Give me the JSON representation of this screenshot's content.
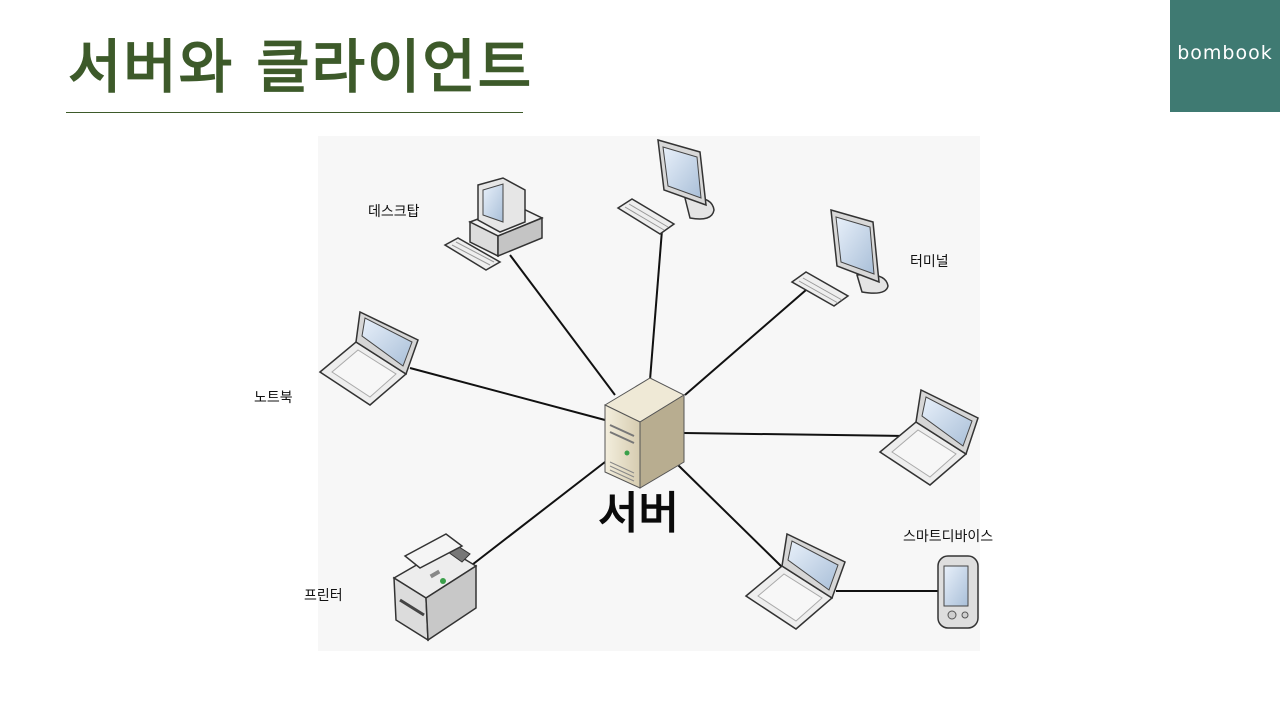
{
  "slide": {
    "title": "서버와 클라이언트",
    "brand": "bombook"
  },
  "diagram": {
    "center": {
      "label": "서버",
      "icon": "server-tower-icon"
    },
    "nodes": [
      {
        "id": "desktop",
        "label": "데스크탑",
        "icon": "desktop-computer-icon"
      },
      {
        "id": "monitor-top",
        "label": "",
        "icon": "monitor-keyboard-icon"
      },
      {
        "id": "terminal",
        "label": "터미널",
        "icon": "monitor-keyboard-icon"
      },
      {
        "id": "notebook",
        "label": "노트북",
        "icon": "laptop-icon"
      },
      {
        "id": "laptop-right",
        "label": "",
        "icon": "laptop-icon"
      },
      {
        "id": "laptop-bottom",
        "label": "",
        "icon": "laptop-icon"
      },
      {
        "id": "smart-device",
        "label": "스마트디바이스",
        "icon": "pda-device-icon"
      },
      {
        "id": "printer",
        "label": "프린터",
        "icon": "printer-icon"
      }
    ]
  }
}
